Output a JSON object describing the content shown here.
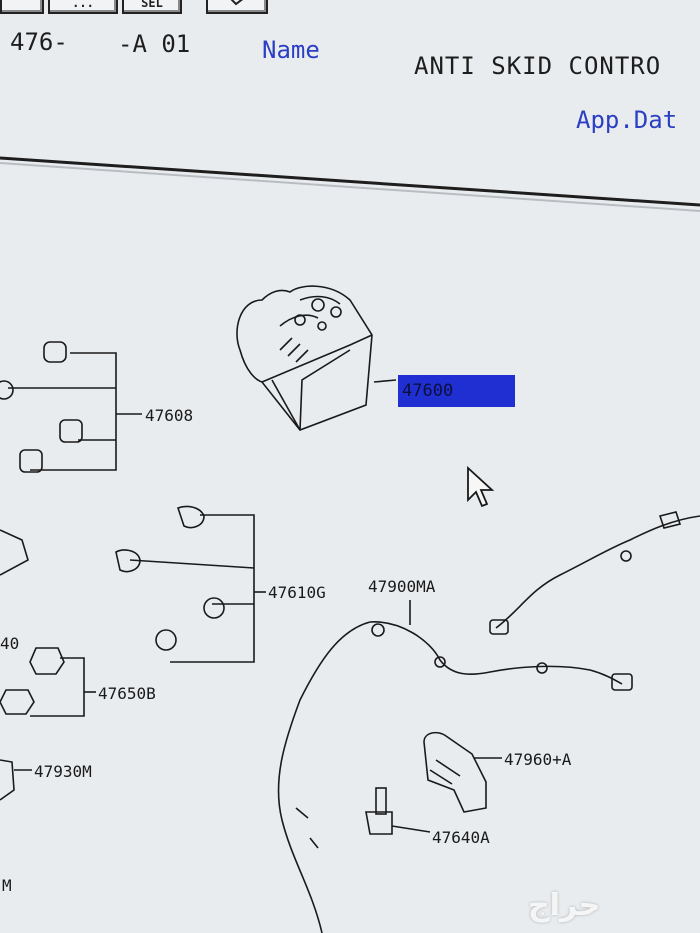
{
  "toolbar": {
    "buttons": [
      {
        "label": ""
      },
      {
        "label": "..."
      },
      {
        "label": "SEL"
      },
      {
        "label": ""
      }
    ]
  },
  "header": {
    "part_prefix": "476-",
    "variant": "-A 01",
    "name_link": "Name",
    "title": "ANTI SKID CONTRO",
    "app_data_link": "App.Dat"
  },
  "diagram": {
    "selected_part": "47600",
    "labels": {
      "p47608": "47608",
      "p47610g": "47610G",
      "p47900ma": "47900MA",
      "p47650b": "47650B",
      "p47930m": "47930M",
      "p47960a": "47960+A",
      "p47640a": "47640A",
      "edge_40": "40",
      "edge_m": "M"
    }
  },
  "watermark": "حراج"
}
